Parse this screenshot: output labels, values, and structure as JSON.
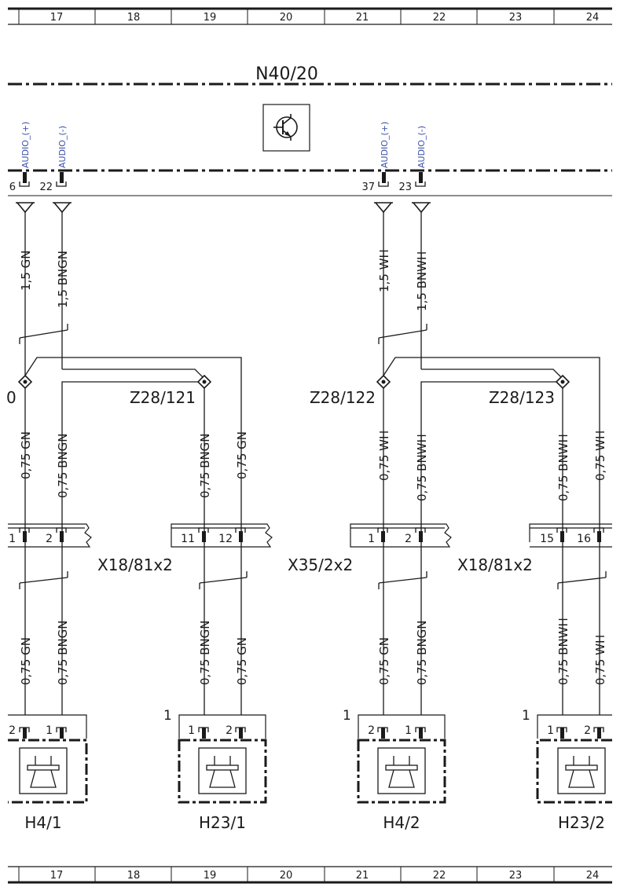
{
  "grid": {
    "columns": [
      "17",
      "18",
      "19",
      "20",
      "21",
      "22",
      "23",
      "24"
    ]
  },
  "module": {
    "name": "N40/20",
    "pins": [
      {
        "num": "6",
        "signal": "AUDIO_(+)"
      },
      {
        "num": "22",
        "signal": "AUDIO_(-)"
      },
      {
        "num": "37",
        "signal": "AUDIO_(+)"
      },
      {
        "num": "23",
        "signal": "AUDIO_(-)"
      }
    ]
  },
  "wires_top": [
    "1,5 GN",
    "1,5 BNGN",
    "1,5 WH",
    "1,5 BNWH"
  ],
  "splices": {
    "left_partial": "0",
    "z121": "Z28/121",
    "z122": "Z28/122",
    "z123": "Z28/123"
  },
  "wires_mid": [
    "0,75 GN",
    "0,75 BNGN",
    "0,75 BNGN",
    "0,75 GN",
    "0,75 WH",
    "0,75 BNWH",
    "0,75 BNWH",
    "0,75 WH"
  ],
  "connectors": {
    "pins": [
      "1",
      "2",
      "11",
      "12",
      "1",
      "2",
      "15",
      "16"
    ],
    "labels": [
      "X18/81x2",
      "X35/2x2",
      "X18/81x2"
    ]
  },
  "wires_low": [
    "0,75 GN",
    "0,75 BNGN",
    "0,75 BNGN",
    "0,75 GN",
    "0,75 GN",
    "0,75 BNGN",
    "0,75 BNWH",
    "0,75 WH"
  ],
  "speakers": {
    "pins": [
      "2",
      "1",
      "1",
      "2",
      "2",
      "1",
      "1",
      "2"
    ],
    "one_marks": [
      "1",
      "1",
      "1"
    ],
    "labels": [
      "H4/1",
      "H23/1",
      "H4/2",
      "H23/2"
    ]
  }
}
